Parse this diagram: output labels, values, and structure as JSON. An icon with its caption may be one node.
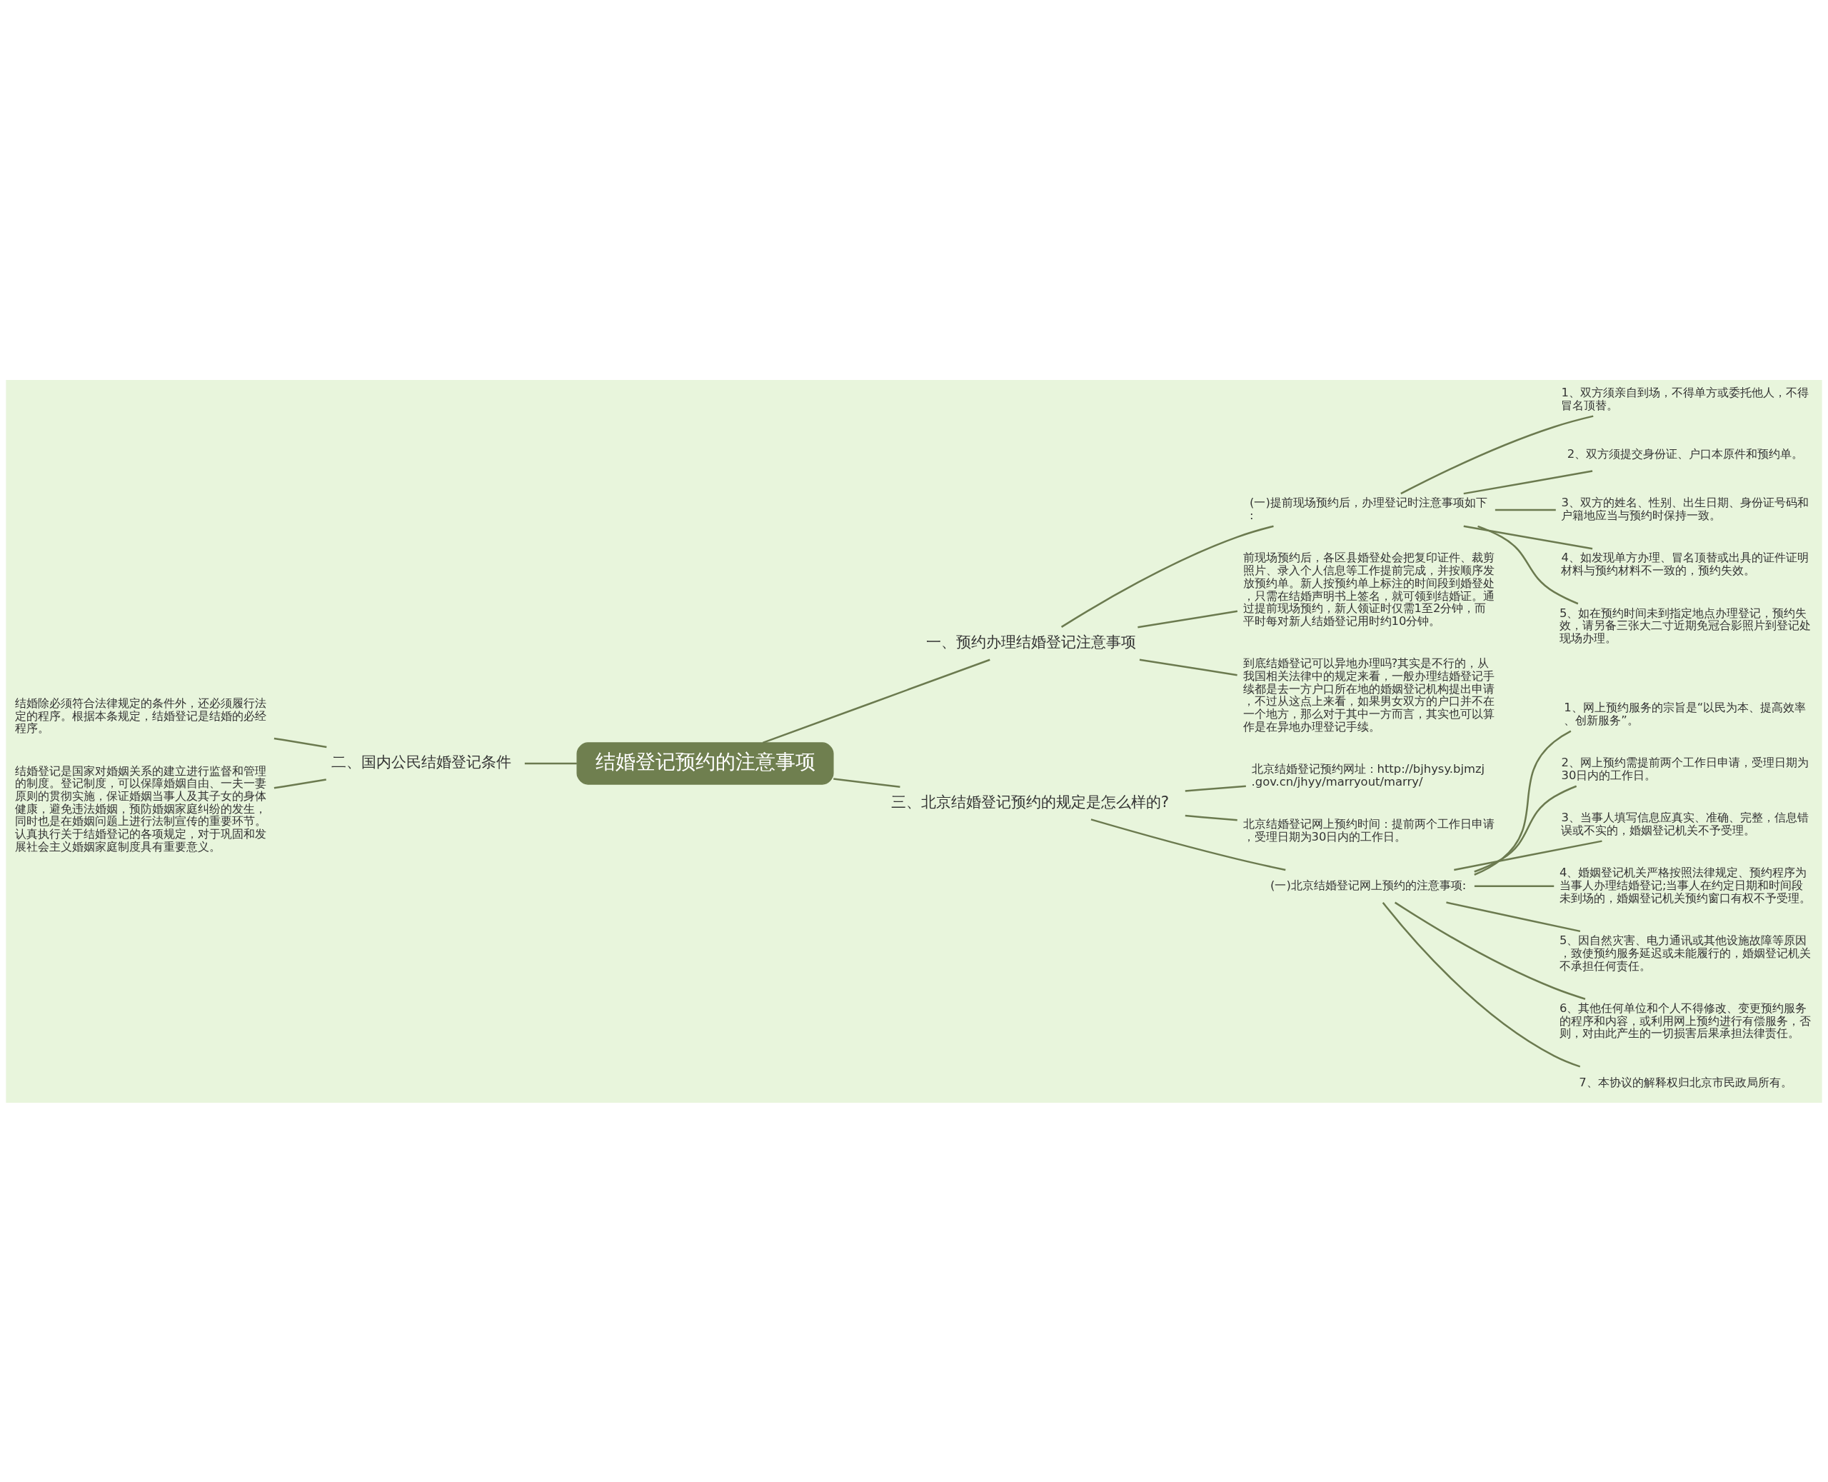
{
  "diagram": {
    "nodes": [
      {
        "text": [
          "结婚登记预约的注意事项"
        ]
      },
      {
        "text": [
          "一、预约办理结婚登记注意事项"
        ]
      },
      {
        "text": [
          "(一)提前现场预约后，办理登记时注意事项如下:"
        ]
      },
      {
        "text": [
          "1、双方须亲自到场，不得单方或委托他人，不得冒名顶替。"
        ]
      },
      {
        "text": [
          "2、双方须提交身份证、户口本原件和预约单。"
        ]
      },
      {
        "text": [
          "3、双方的姓名、性别、出生日期、身份证号码和户籍地应当与预约时保持一致。"
        ]
      },
      {
        "text": [
          "4、如发现单方办理、冒名顶替或出具的证件证明材料与预约材料不一致的，预约失效。"
        ]
      },
      {
        "text": [
          "5、如在预约时间未到指定地点办理登记，预约失效，请另备三张大二寸近期免冠合影照片到登记处现场办理。"
        ]
      },
      {
        "text": [
          "前现场预约后，各区县婚登处会把复印证件、裁剪照片、录入个人信息等工作提前完成，并按顺序发放预约单。新人按预约单上标注的时间段到婚登处，只需在结婚声明书上签名，就可领到结婚证。通过提前现场预约，新人领证时仅需1至2分钟，而平时每对新人结婚登记用时约10分钟。"
        ]
      },
      {
        "text": [
          "到底结婚登记可以异地办理吗?其实是不行的，从我国相关法律中的规定来看，一般办理结婚登记手续都是去一方户口所在地的婚姻登记机构提出申请，不过从这点上来看，如果男女双方的户口并不在一个地方，那么对于其中一方而言，其实也可以算作是在异地办理登记手续。"
        ]
      },
      {
        "text": [
          "二、国内公民结婚登记条件"
        ]
      },
      {
        "text": [
          "结婚除必须符合法律规定的条件外，还必须履行法定的程序。根据本条规定，结婚登记是结婚的必经程序。"
        ]
      },
      {
        "text": [
          "结婚登记是国家对婚姻关系的建立进行监督和管理的制度。登记制度，可以保障婚姻自由、一夫一妻原则的贯彻实施，保证婚姻当事人及其子女的身体健康，避免违法婚姻，预防婚姻家庭纠纷的发生，同时也是在婚姻问题上进行法制宣传的重要环节。认真执行关于结婚登记的各项规定，对于巩固和发展社会主义婚姻家庭制度具有重要意义。"
        ]
      },
      {
        "text": [
          "三、北京结婚登记预约的规定是怎么样的?"
        ]
      },
      {
        "text": [
          "北京结婚登记预约网址：http://bjhysy.bjmzj.gov.cn/jhyy/marryout/marry/"
        ]
      },
      {
        "text": [
          "北京结婚登记网上预约时间：提前两个工作日申请，受理日期为30日内的工作日。"
        ]
      },
      {
        "text": [
          "(一)北京结婚登记网上预约的注意事项:"
        ]
      },
      {
        "text": [
          "1、网上预约服务的宗旨是“以民为本、提高效率、创新服务”。"
        ]
      },
      {
        "text": [
          "2、网上预约需提前两个工作日申请，受理日期为30日内的工作日。"
        ]
      },
      {
        "text": [
          "3、当事人填写信息应真实、准确、完整，信息错误或不实的，婚姻登记机关不予受理。"
        ]
      },
      {
        "text": [
          "4、婚姻登记机关严格按照法律规定、预约程序为当事人办理结婚登记;当事人在约定日期和时间段未到场的，婚姻登记机关预约窗口有权不予受理。"
        ]
      },
      {
        "text": [
          "5、因自然灾害、电力通讯或其他设施故障等原因，致使预约服务延迟或未能履行的，婚姻登记机关不承担任何责任。"
        ]
      },
      {
        "text": [
          "6、其他任何单位和个人不得修改、变更预约服务的程序和内容，或利用网上预约进行有偿服务，否则，对由此产生的一切损害后果承担法律责任。"
        ]
      },
      {
        "text": [
          "7、本协议的解释权归北京市民政局所有。"
        ]
      }
    ],
    "edges": [
      {
        "from": 0,
        "to": 1,
        "arrow": "none"
      },
      {
        "from": 1,
        "to": 2,
        "arrow": "none"
      },
      {
        "from": 2,
        "to": 3,
        "arrow": "none"
      },
      {
        "from": 2,
        "to": 4,
        "arrow": "none"
      },
      {
        "from": 2,
        "to": 5,
        "arrow": "none"
      },
      {
        "from": 2,
        "to": 6,
        "arrow": "none"
      },
      {
        "from": 2,
        "to": 7,
        "arrow": "none"
      },
      {
        "from": 1,
        "to": 8,
        "arrow": "none"
      },
      {
        "from": 1,
        "to": 9,
        "arrow": "none"
      },
      {
        "from": 0,
        "to": 10,
        "arrow": "none"
      },
      {
        "from": 10,
        "to": 11,
        "arrow": "none"
      },
      {
        "from": 10,
        "to": 12,
        "arrow": "none"
      },
      {
        "from": 0,
        "to": 13,
        "arrow": "none"
      },
      {
        "from": 13,
        "to": 14,
        "arrow": "none"
      },
      {
        "from": 13,
        "to": 15,
        "arrow": "none"
      },
      {
        "from": 13,
        "to": 16,
        "arrow": "none"
      },
      {
        "from": 16,
        "to": 17,
        "arrow": "none"
      },
      {
        "from": 16,
        "to": 18,
        "arrow": "none"
      },
      {
        "from": 16,
        "to": 19,
        "arrow": "none"
      },
      {
        "from": 16,
        "to": 20,
        "arrow": "none"
      },
      {
        "from": 16,
        "to": 21,
        "arrow": "none"
      },
      {
        "from": 16,
        "to": 22,
        "arrow": "none"
      },
      {
        "from": 16,
        "to": 23,
        "arrow": "none"
      }
    ]
  }
}
